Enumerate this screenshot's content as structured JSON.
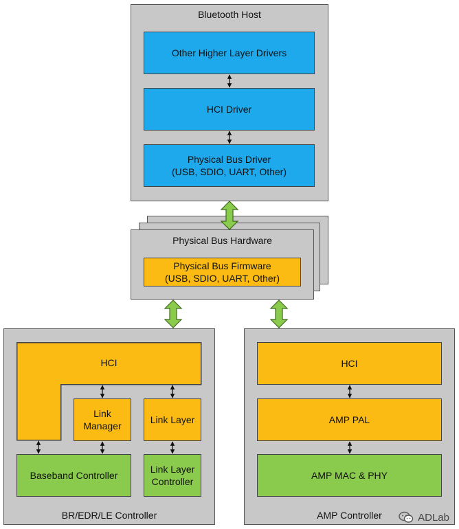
{
  "host": {
    "title": "Bluetooth Host",
    "layers": [
      "Other Higher Layer Drivers",
      "HCI Driver",
      "Physical Bus Driver\n(USB, SDIO, UART, Other)"
    ]
  },
  "bus": {
    "title": "Physical Bus Hardware",
    "firmware": "Physical Bus Firmware\n(USB, SDIO, UART, Other)"
  },
  "bredr": {
    "title": "BR/EDR/LE Controller",
    "hci": "HCI",
    "link_manager": "Link\nManager",
    "link_layer": "Link Layer",
    "baseband": "Baseband Controller",
    "link_layer_controller": "Link Layer\nController"
  },
  "amp": {
    "title": "AMP Controller",
    "hci": "HCI",
    "pal": "AMP PAL",
    "mac_phy": "AMP MAC & PHY"
  },
  "watermark": "ADLab",
  "colors": {
    "host_block": "#1ea9ec",
    "firmware_block": "#fcbb13",
    "controller_block": "#8acb4e",
    "panel": "#c8c8c8"
  }
}
